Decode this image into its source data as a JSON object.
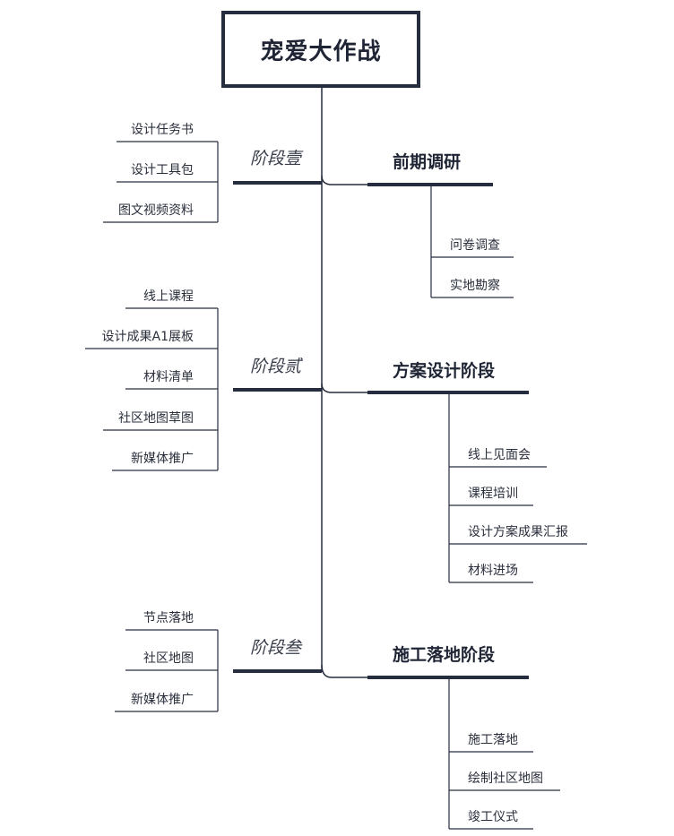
{
  "title": "宠爱大作战",
  "stages": [
    {
      "stage_label": "阶段壹",
      "phase_label": "前期调研",
      "left_items": [
        "设计任务书",
        "设计工具包",
        "图文视频资料"
      ],
      "right_items": [
        "问卷调查",
        "实地勘察"
      ]
    },
    {
      "stage_label": "阶段贰",
      "phase_label": "方案设计阶段",
      "left_items": [
        "线上课程",
        "设计成果A1展板",
        "材料清单",
        "社区地图草图",
        "新媒体推广"
      ],
      "right_items": [
        "线上见面会",
        "课程培训",
        "设计方案成果汇报",
        "材料进场"
      ]
    },
    {
      "stage_label": "阶段叁",
      "phase_label": "施工落地阶段",
      "left_items": [
        "节点落地",
        "社区地图",
        "新媒体推广"
      ],
      "right_items": [
        "施工落地",
        "绘制社区地图",
        "竣工仪式"
      ]
    }
  ],
  "colors": {
    "line": "#262d3f",
    "text": "#1f2535"
  }
}
